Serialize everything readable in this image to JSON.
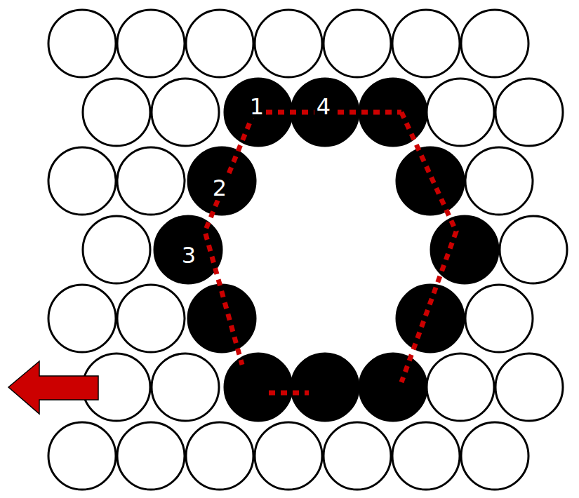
{
  "diagram": {
    "labels": [
      "1",
      "4",
      "2",
      "3"
    ]
  }
}
